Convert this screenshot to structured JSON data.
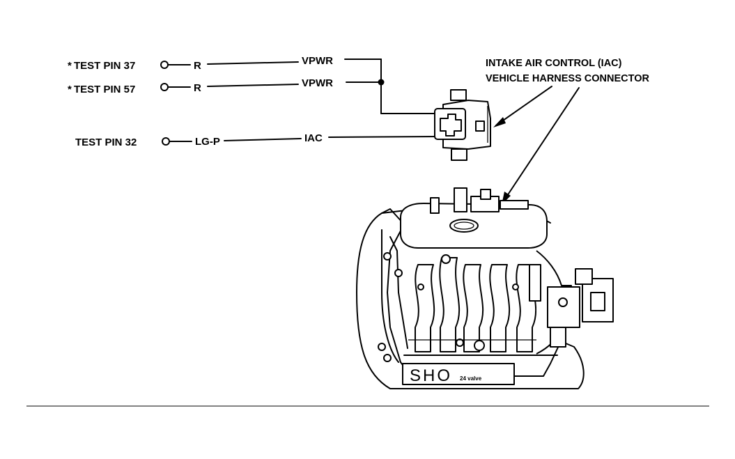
{
  "pins": [
    {
      "prefix": "*",
      "label": "TEST PIN 37",
      "wire_color": "R",
      "signal": "VPWR"
    },
    {
      "prefix": "*",
      "label": "TEST PIN 57",
      "wire_color": "R",
      "signal": "VPWR"
    },
    {
      "prefix": "",
      "label": "TEST PIN 32",
      "wire_color": "LG-P",
      "signal": "IAC"
    }
  ],
  "callout": {
    "line1": "INTAKE AIR CONTROL (IAC)",
    "line2": "VEHICLE HARNESS CONNECTOR"
  },
  "engine": {
    "cover_text": "SHO",
    "cover_subtext": "24 valve"
  }
}
